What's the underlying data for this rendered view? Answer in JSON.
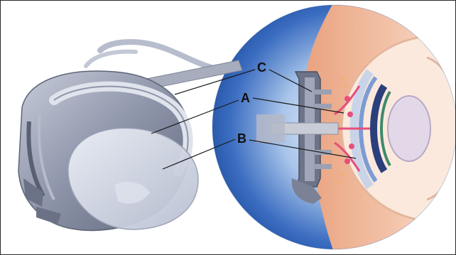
{
  "labels": {
    "a": "A",
    "b": "B",
    "c": "C"
  },
  "colors": {
    "border": "#2a2a2a",
    "background": "#ffffff",
    "eye_blue": "#2c5fb6",
    "eye_blue_light": "#a9c5ea",
    "tissue_orange": "#e8a98a",
    "tissue_light": "#f6d8c8",
    "device_gray": "#8c93a8",
    "device_light": "#d6dae6",
    "highlight_pink": "#e64f7b"
  },
  "icons": {
    "device": "ocular-drug-delivery-device",
    "cross_section": "eye-cross-section"
  }
}
